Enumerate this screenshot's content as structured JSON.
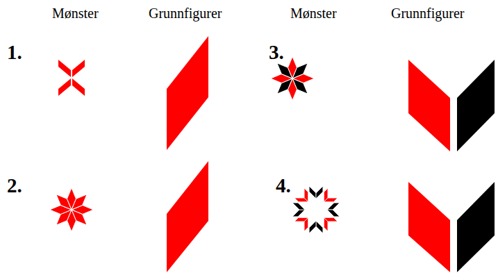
{
  "diagram": {
    "labels": [
      "Mønster",
      "Grunnfigurer",
      "Mønster",
      "Grunnfigurer",
      "1.",
      "2.",
      "3.",
      "4."
    ]
  }
}
